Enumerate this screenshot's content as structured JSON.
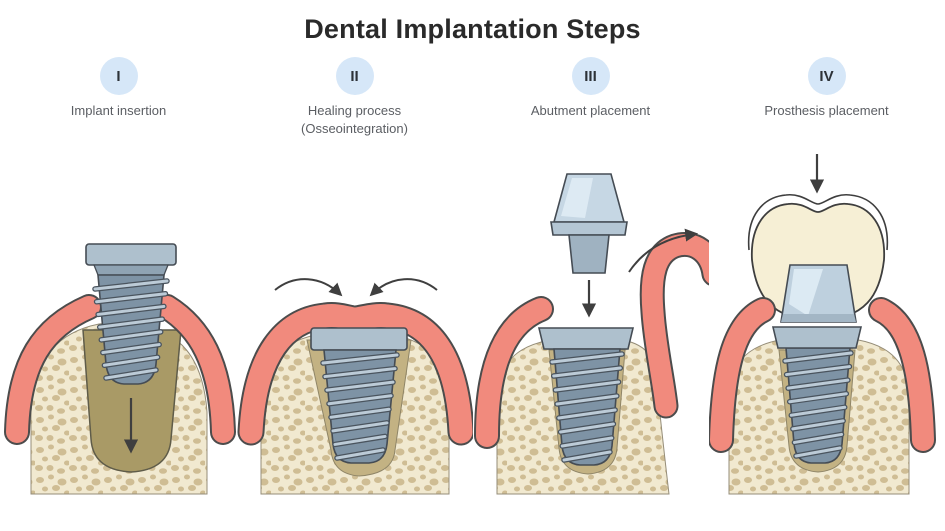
{
  "title": "Dental Implantation Steps",
  "steps": [
    {
      "numeral": "I",
      "label": "Implant insertion",
      "label2": ""
    },
    {
      "numeral": "II",
      "label": "Healing process",
      "label2": "(Osseointegration)"
    },
    {
      "numeral": "III",
      "label": "Abutment placement",
      "label2": ""
    },
    {
      "numeral": "IV",
      "label": "Prosthesis placement",
      "label2": ""
    }
  ],
  "icons": [
    "insertion-down-arrow-icon",
    "healing-arrow-left-icon",
    "healing-arrow-right-icon",
    "abutment-down-arrow-icon",
    "flap-curve-arrow-icon",
    "prosthesis-down-arrow-icon"
  ],
  "colors": {
    "badge_bg": "#d6e7f8",
    "badge_text": "#2d3238",
    "title_text": "#2a2a2a",
    "label_text": "#5b5e63",
    "gum": "#f18a7d",
    "gum_outline": "#4c4c4c",
    "bone_bg": "#f1e9d0",
    "bone_spot": "#cfbd94",
    "socket_dark": "#a99a66",
    "socket_light": "#c3b283",
    "implant_body": "#7e93a5",
    "implant_cap": "#aec0cd",
    "thread_light": "#bccbd7",
    "thread_dark": "#4a545e",
    "abutment": "#c6d7e4",
    "abutment_shine": "#ddeaf3",
    "crown": "#f6efd5",
    "outline": "#454c54",
    "arrow": "#3f3f3f"
  }
}
